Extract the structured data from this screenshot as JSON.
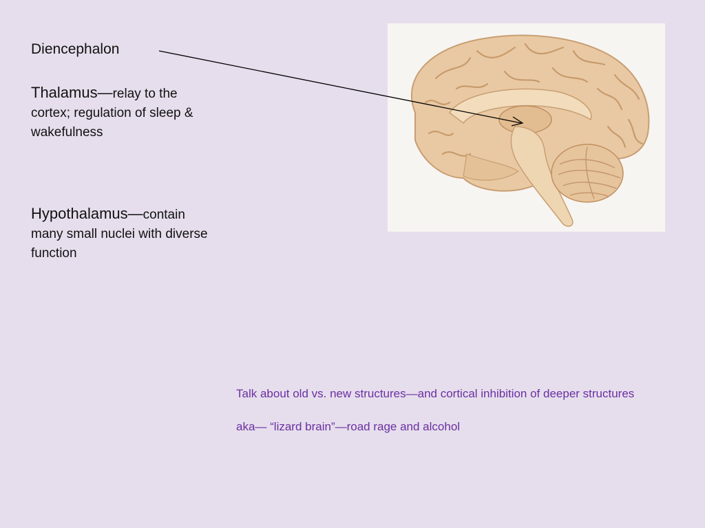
{
  "slide": {
    "heading": "Diencephalon",
    "thalamus": {
      "term": "Thalamus",
      "dash": "—",
      "description": "relay to the cortex; regulation of sleep & wakefulness"
    },
    "hypothalamus": {
      "term": "Hypothalamus",
      "dash": "—",
      "description": "contain many small nuclei with diverse function"
    },
    "image": {
      "subject": "brain-midsagittal-section"
    },
    "notes": {
      "line1": "Talk about old vs. new structures—and cortical inhibition of deeper structures",
      "line2": "aka— “lizard brain”—road rage and alcohol"
    }
  },
  "colors": {
    "background": "#e6deec",
    "notes_text": "#6b2fa3",
    "brain_tissue": "#e9c9a3"
  }
}
